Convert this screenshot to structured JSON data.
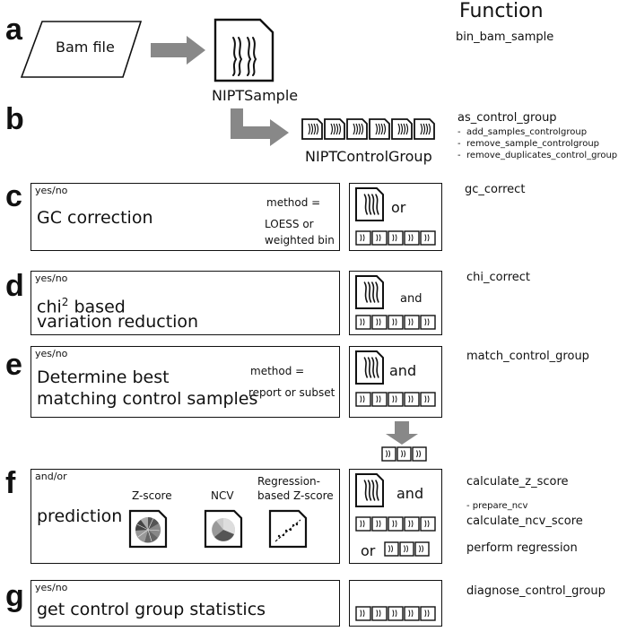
{
  "header": {
    "function": "Function"
  },
  "steps": {
    "a": {
      "letter": "a",
      "input": "Bam file",
      "output": "NIPTSample",
      "function": "bin_bam_sample"
    },
    "b": {
      "letter": "b",
      "output": "NIPTControlGroup",
      "function": "as_control_group",
      "subfunctions": [
        "add_samples_controlgroup",
        "remove_sample_controlgroup",
        "remove_duplicates_control_group"
      ]
    },
    "c": {
      "letter": "c",
      "toggle": "yes/no",
      "title": "GC correction",
      "method_label": "method =",
      "method_value_1": "LOESS or",
      "method_value_2": "weighted bin",
      "connector": "or",
      "function": "gc_correct"
    },
    "d": {
      "letter": "d",
      "toggle": "yes/no",
      "title_line1": "chi",
      "superscript": "2",
      "title_line1_rest": " based",
      "title_line2": "variation reduction",
      "connector": "and",
      "function": "chi_correct"
    },
    "e": {
      "letter": "e",
      "toggle": "yes/no",
      "title_line1": "Determine best",
      "title_line2": "matching control samples",
      "method_label": "method =",
      "method_value": "report or subset",
      "connector": "and",
      "function": "match_control_group"
    },
    "f": {
      "letter": "f",
      "toggle": "and/or",
      "title": "prediction",
      "zscore_label": "Z-score",
      "ncv_label": "NCV",
      "regression_label_1": "Regression-",
      "regression_label_2": "based Z-score",
      "connector_and": "and",
      "connector_or": "or",
      "function_1": "calculate_z_score",
      "function_sub": "- prepare_ncv",
      "function_2": "calculate_ncv_score",
      "function_3": "perform regression"
    },
    "g": {
      "letter": "g",
      "toggle": "yes/no",
      "title": "get control group statistics",
      "function": "diagnose_control_group"
    }
  },
  "icons": {
    "sample": "chromosome-sample-icon",
    "control_group": "control-group-icon",
    "arrow": "gray-arrow-icon"
  },
  "colors": {
    "arrow": "#888888",
    "stroke": "#111111"
  }
}
